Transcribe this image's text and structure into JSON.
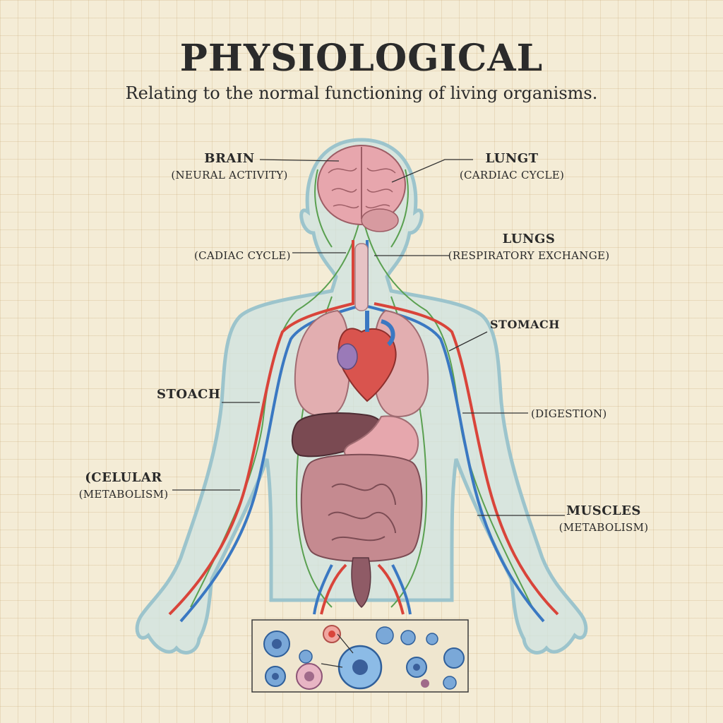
{
  "title": "PHYSIOLOGICAL",
  "subtitle": "Relating to the normal functioning of living organisms.",
  "labels": {
    "brain": {
      "head": "BRAIN",
      "sub": "(NEURAL ACTIVITY)"
    },
    "lungt": {
      "head": "LUNGT",
      "sub": "(CARDIAC CYCLE)"
    },
    "cadiac": {
      "sub": "(CADIAC CYCLE)"
    },
    "lungs": {
      "head": "LUNGS",
      "sub": "(RESPIRATORY EXCHANGE)"
    },
    "stomach": {
      "head": "STOMACH"
    },
    "stoach": {
      "head": "STOACH"
    },
    "digestion": {
      "sub": "(DIGESTION)"
    },
    "celular": {
      "head": "(CELULAR",
      "sub": "(METABOLISM)"
    },
    "muscles": {
      "head": "MUSCLES",
      "sub": "(METABOLISM)"
    }
  },
  "colors": {
    "background": "#f4ecd6",
    "artery": "#d9443a",
    "vein": "#3a78c2",
    "nerve": "#5aa050",
    "body_outline": "#9cc4cc",
    "organ_pink": "#e0a4a8",
    "liver": "#7a4a52",
    "intestine": "#c58a90"
  }
}
